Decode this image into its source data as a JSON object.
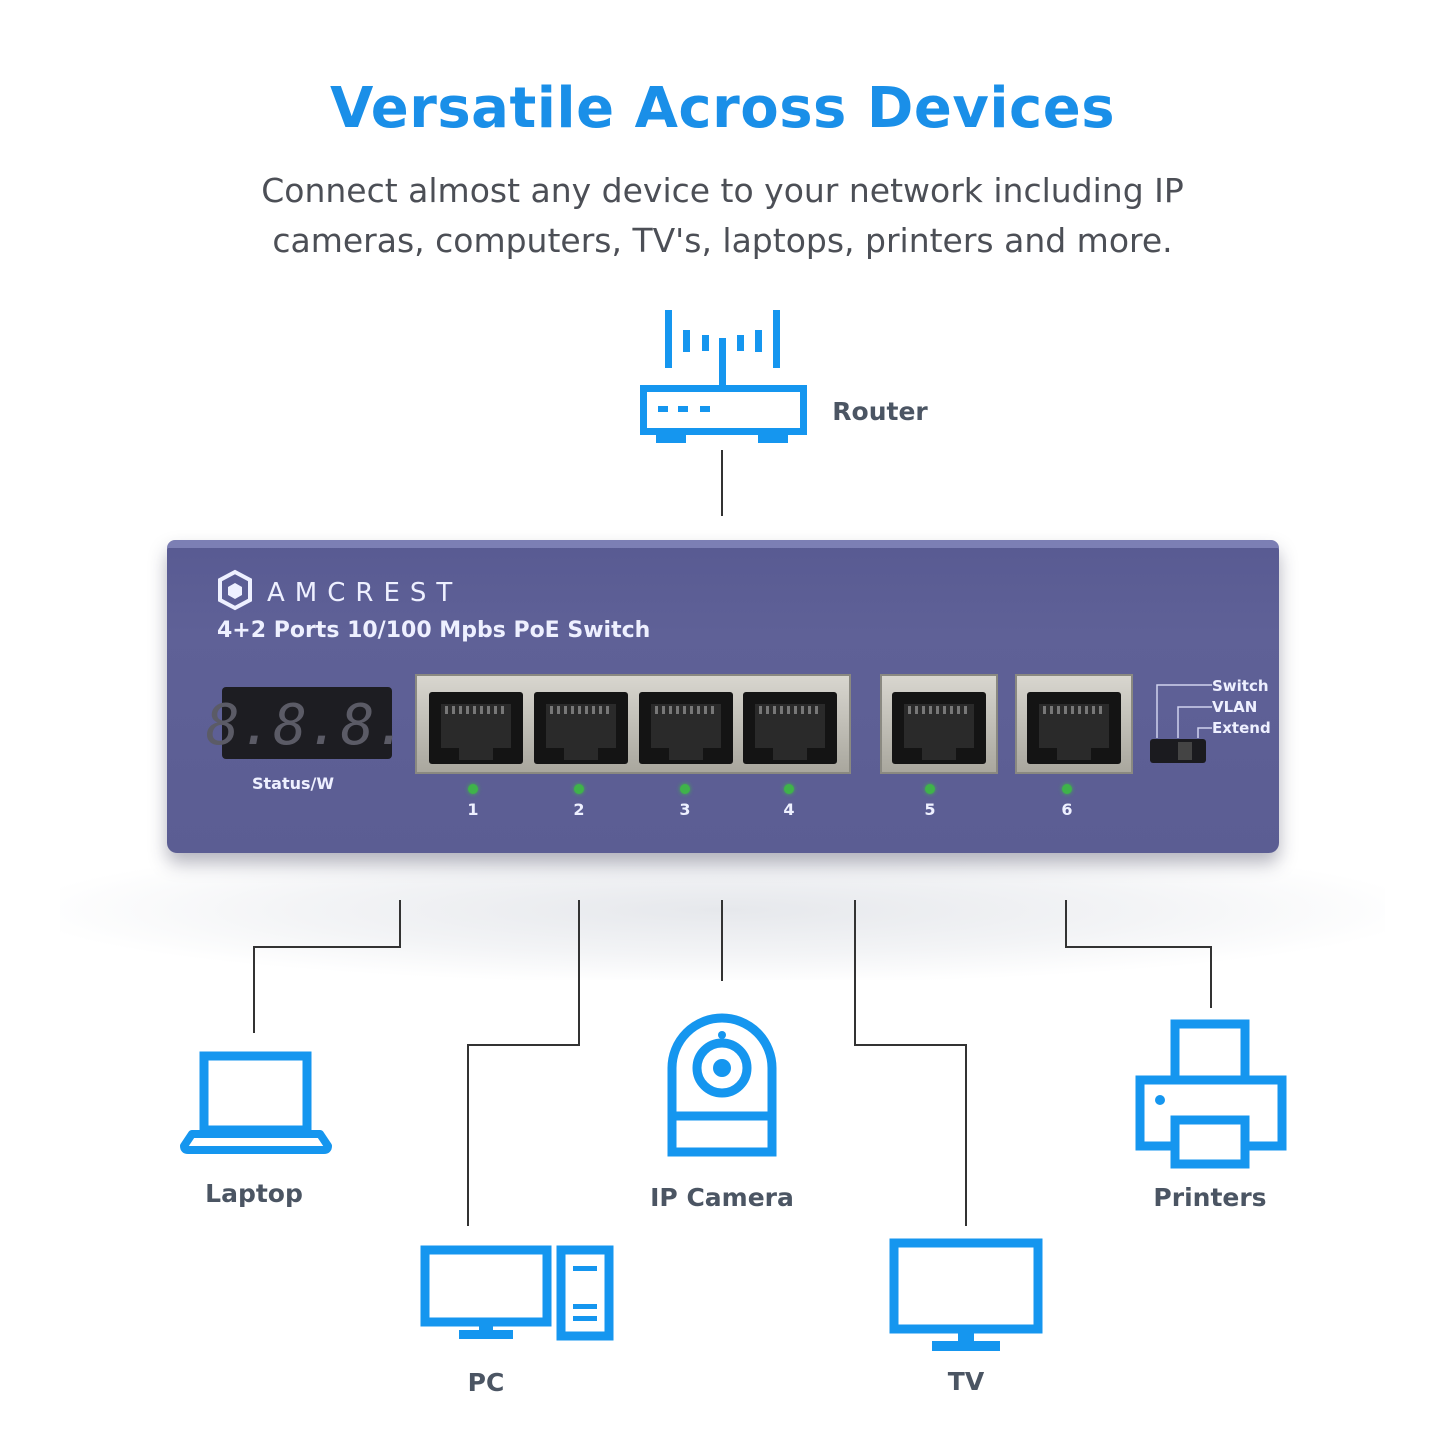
{
  "header": {
    "title": "Versatile Across Devices",
    "subtitle_line1": "Connect almost any device to your network including IP",
    "subtitle_line2": "cameras, computers, TV's, laptops, printers and more."
  },
  "switch": {
    "brand": "AMCREST",
    "model": "4+2 Ports 10/100 Mpbs PoE Switch",
    "display": "8.8.8.",
    "status_label": "Status/W",
    "ports": [
      "1",
      "2",
      "3",
      "4",
      "5",
      "6"
    ],
    "modes": [
      "Switch",
      "VLAN",
      "Extend"
    ]
  },
  "devices": {
    "router": "Router",
    "laptop": "Laptop",
    "pc": "PC",
    "ip_camera": "IP Camera",
    "tv": "TV",
    "printers": "Printers"
  },
  "colors": {
    "accent": "#1a8fe8",
    "icon": "#1596ef",
    "switch_body": "#5f6197",
    "connector": "#333333"
  },
  "icons": [
    "router-icon",
    "laptop-icon",
    "pc-icon",
    "ip-camera-icon",
    "tv-icon",
    "printer-icon"
  ]
}
